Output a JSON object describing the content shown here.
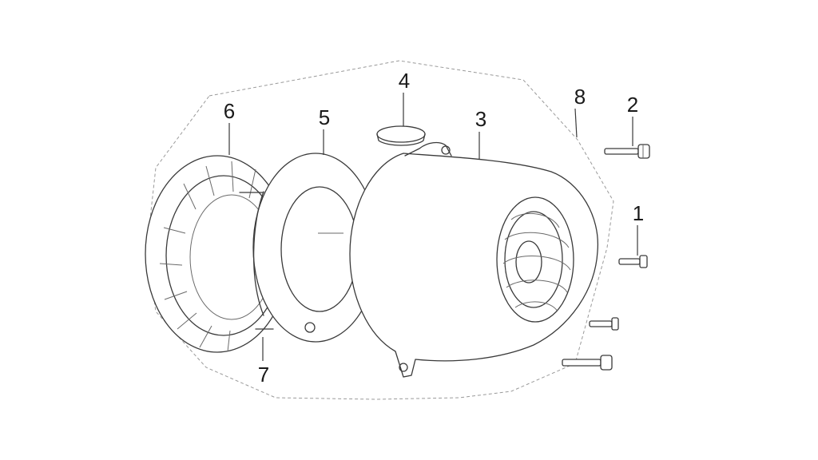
{
  "diagram": {
    "callouts": [
      {
        "id": "1",
        "label": "1"
      },
      {
        "id": "2",
        "label": "2"
      },
      {
        "id": "3",
        "label": "3"
      },
      {
        "id": "4",
        "label": "4"
      },
      {
        "id": "5",
        "label": "5"
      },
      {
        "id": "6",
        "label": "6"
      },
      {
        "id": "7",
        "label": "7"
      },
      {
        "id": "8",
        "label": "8"
      }
    ],
    "line_color": "#3a3a3a",
    "boundary_color": "#9a9a9a",
    "background": "#ffffff"
  }
}
